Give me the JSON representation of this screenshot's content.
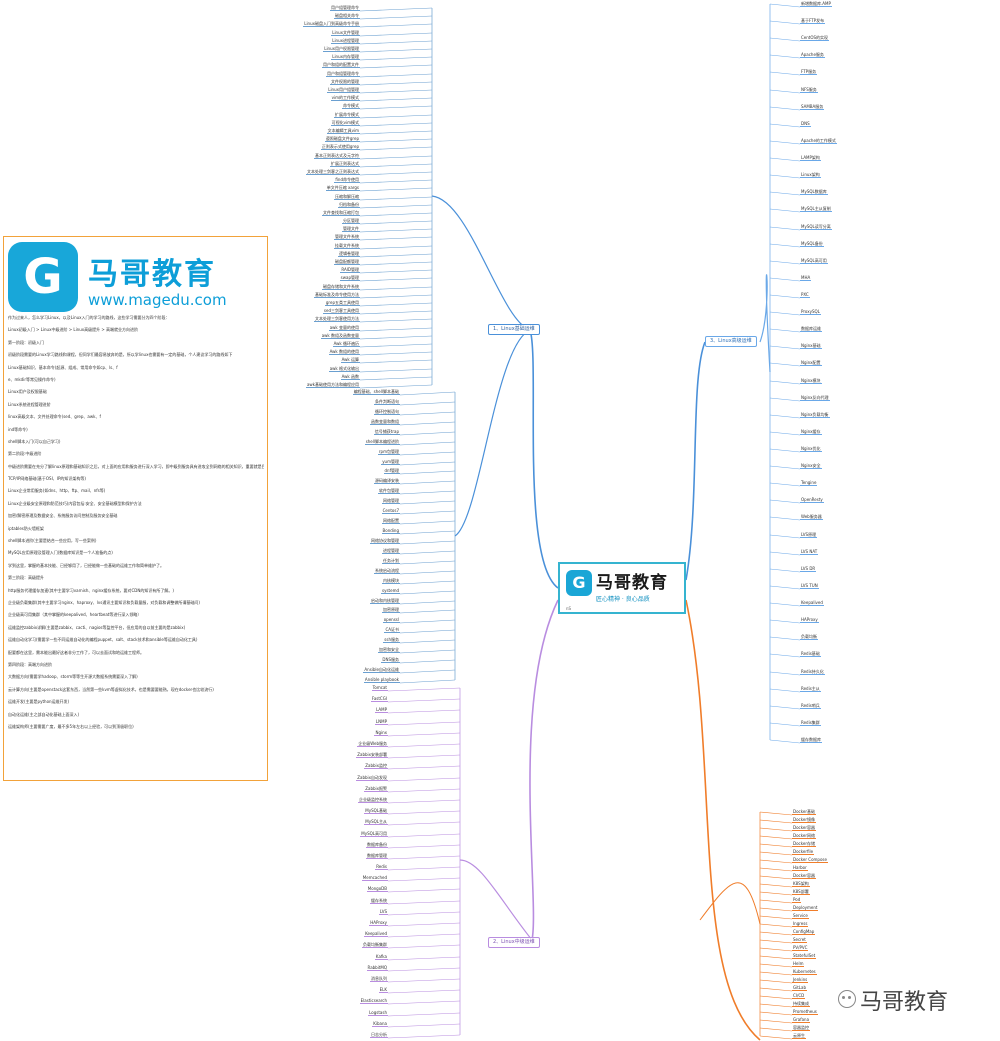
{
  "center": {
    "title": "马哥教育",
    "slogan": "匠心精神 · 良心品质",
    "sub": "nS"
  },
  "branches": {
    "b1": "1、Linux基础运维",
    "b2": "2、Linux中级运维",
    "b3": "3、Linux高级运维"
  },
  "intro": {
    "brand": "马哥教育",
    "url": "www.magedu.com",
    "lines": [
      "作为过来人，怎么学习Linux，以及Linux入门的学习的路线，这些学习需要分为四个阶段：",
      "Linux初级入门 > Linux中级进阶 > Linux高级提升 > 高端就业方向进阶",
      "第一阶段：初级入门",
      "初级阶段需要的Linux学习路线和课程，但同学们最容易放弃的是，所以学linux也需要有一定的基础，个人建议学习的路线如下",
      "Linux基础知识、基本命令(起源、组成、常用命令如cp、ls、f",
      "e、mkdir等常见操作命令)",
      "Linux用户及权限基础",
      "Linux系统进程管理进阶",
      "linux高级文本、文件处理命令(sed、grep、awk、f",
      "ind等命令)",
      "shell脚本入门(可以自己学习)",
      "第二阶段:中级进阶",
      "中级进阶需要在充分了解linux原理和基础知识之后，对上面的应用和服务进行深入学习，即中级到服务具有进攻全到网络的相关知识，重要就是目前的技术引入。",
      "TCP/IP网络基础(基于OSI、IP的知识架构等)",
      "Linux企业常用服务(如dns、http、ftp、mail、nfs等)",
      "Linux企业级安全原理和防范技巧(内容包括:安全、安全基础模型和保护方法",
      "加密/解密原理及数据安全、系统服务访问控制及服务安全基础",
      "iptables防火墙框架",
      "shell脚本进阶(主要是结合一些应用，写一些案例)",
      "MySQL应用原理及管理入门(数据库知识是一个人准备的点)",
      "学到这里，掌握的基本技能、已经够用了，已经能做一些基础的运维工作和简单维护了。",
      "第三阶段：高级提升",
      "http服务代理缓存加速(其中主要学习varnish、nginx缓存系统，要对CDN的知识有所了解。)",
      "企业级负载集群(其中主要学习nginx、haproxy、lvs通讯主要知识和负载量服，对负载和调整做所谓基础问)",
      "企业级高可用集群（其中掌握的keepalived、heartbeat等进行深入领略）",
      "运维监控zabbix详解(主要是zabbix、cacti、nagios等监控平台，但应用的自以前主要的是zabbix)",
      "运维自动化学习(需要学一些不同运维自动化的编程puppet、salt、stack技术和ansible等运维自动化工具)",
      "配要都在这里，需本能出最好这者非分工作了，可以去面试和地运维工程师。",
      "第四阶段：高端方向进阶",
      "大数据方向(需要学hadoop、storm等等生开源大数据系统需要深入了解)",
      "云计算方向(主要是openstack这套东西，当然第一些kvm等虚拟化技术，也是需要要能熟，现在docker也比较流行)",
      "运维开发(主要是python运维开发)",
      "自动化运维(主之部自动化基础上面深入)",
      "运维架构师(主要需要广度，最不多5年左右以上经验，可以到顶极职位)"
    ]
  },
  "left_top": [
    "用户组管理命令",
    "磁盘相关命令",
    "Linux磁盘入门到高级命令手册",
    "Linux文件管理",
    "Linux进程管理",
    "Linux用户权限管理",
    "Linux内存管理",
    "用户和组的配置文件",
    "用户和组管理命令",
    "文件权限的管理",
    "Linux用户组管理",
    "vim的工作模式",
    "命令模式",
    "扩展命令模式",
    "可视化vim模式",
    "文本编辑工具vim",
    "遵照磁盘文件grep",
    "正则表示式使用grep",
    "基本正则表达式及元字符",
    "扩展正则表达式",
    "文本处理三剑客之正则表达式",
    "find命令使用",
    "单文件压缩 xargs",
    "压缩和解压缩",
    "归档和备份",
    "文件查找和压缩打包",
    "分区管理",
    "管理文件",
    "管理文件系统",
    "挂载文件系统",
    "逻辑卷管理",
    "磁盘配额管理",
    "RAID管理",
    "swap管理",
    "磁盘存储和文件系统",
    "基础标准及命令使用方法",
    "grep五类工具使用",
    "sed三剑客工具使用",
    "文本处理三剑客使用方法",
    "awk 变量的使用",
    "awk 数组及函数变量",
    "Awk 循环遍历",
    "Awk 数组的使用",
    "Awk 运算",
    "awk 格式化输出",
    "Awk 函数",
    "awk基础使用方法和编程应用"
  ],
  "left_mid": [
    "编程基础、shell脚本基础",
    "条件判断语句",
    "循环控制语句",
    "函数变量和数组",
    "信号捕获trap",
    "shell脚本编程进阶",
    "rpm包管理",
    "yum管理",
    "dnf管理",
    "源码编译安装",
    "软件包管理",
    "网络管理",
    "Centos7",
    "网络配置",
    "Bonding",
    "网络协议和管理",
    "进程管理",
    "任务计划",
    "系统启动流程",
    "内核模块",
    "systemd",
    "启动和内核管理",
    "加密原理",
    "openssl",
    "CA证书",
    "ssh服务",
    "加密和安全",
    "DNS服务",
    "Ansible自动化运维",
    "Ansible playbook"
  ],
  "left_bottom": [
    "Tomcat",
    "FastCGI",
    "LAMP",
    "LNMP",
    "Nginx",
    "企业级Web服务",
    "Zabbix安装部署",
    "Zabbix监控",
    "Zabbix自动发现",
    "Zabbix报警",
    "企业级监控系统",
    "MySQL基础",
    "MySQL主从",
    "MySQL高可用",
    "数据库备份",
    "数据库管理",
    "Redis",
    "Memcached",
    "MongoDB",
    "缓存系统",
    "LVS",
    "HAProxy",
    "Keepalived",
    "负载均衡集群",
    "Kafka",
    "RabbitMQ",
    "消息队列",
    "ELK",
    "Elasticsearch",
    "Logstash",
    "Kibana",
    "日志分析"
  ],
  "right_top": [
    "新增数据库.AMP",
    "基于FTP发布",
    "CentOS的实现",
    "Apache服务",
    "FTP服务",
    "NFS服务",
    "SAMBA服务",
    "DNS",
    "Apache的工作模式",
    "LAMP架构",
    "Linux架构",
    "MySQL数据库",
    "MySQL主从复制",
    "MySQL读写分离",
    "MySQL备份",
    "MySQL高可用",
    "MHA",
    "PXC",
    "ProxySQL",
    "数据库运维",
    "Nginx基础",
    "Nginx配置",
    "Nginx模块",
    "Nginx反向代理",
    "Nginx负载均衡",
    "Nginx缓存",
    "Nginx优化",
    "Nginx安全",
    "Tengine",
    "OpenResty",
    "Web服务器",
    "LVS原理",
    "LVS NAT",
    "LVS DR",
    "LVS TUN",
    "Keepalived",
    "HAProxy",
    "负载均衡",
    "Redis基础",
    "Redis持久化",
    "Redis主从",
    "Redis哨兵",
    "Redis集群",
    "缓存数据库"
  ],
  "right_bottom": [
    "Docker基础",
    "Docker镜像",
    "Docker容器",
    "Docker网络",
    "Docker存储",
    "Dockerfile",
    "Docker Compose",
    "Harbor",
    "Docker容器",
    "K8S架构",
    "K8S部署",
    "Pod",
    "Deployment",
    "Service",
    "Ingress",
    "ConfigMap",
    "Secret",
    "PV/PVC",
    "StatefulSet",
    "Helm",
    "Kubernetes",
    "Jenkins",
    "GitLab",
    "CI/CD",
    "持续集成",
    "Prometheus",
    "Grafana",
    "容器监控",
    "云原生"
  ],
  "watermark": "马哥教育",
  "colors": {
    "blue": "#4a90d9",
    "orange": "#f07d2a",
    "purple": "#b98de0",
    "light_blue": "#6aa8e8",
    "logo": "#18a7d9"
  }
}
